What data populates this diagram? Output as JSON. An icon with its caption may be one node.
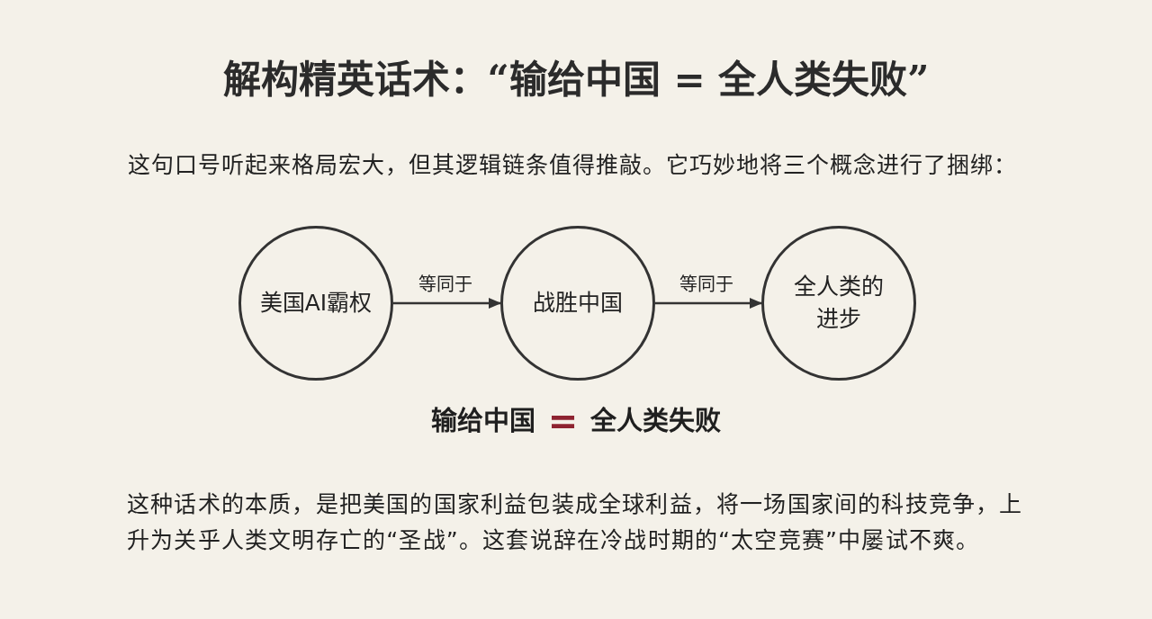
{
  "diagram": {
    "title": "解构精英话术：“输给中国 = 全人类失败”",
    "nodes": [
      {
        "text": [
          "美国AI霸权"
        ]
      },
      {
        "text": [
          "战胜中国"
        ]
      },
      {
        "text": [
          "全人类的进步"
        ]
      }
    ],
    "edges": [
      {
        "from": 0,
        "to": 1,
        "arrow": "to",
        "label": "等同于"
      },
      {
        "from": 1,
        "to": 2,
        "arrow": "to",
        "label": "等同于"
      }
    ],
    "labels": [
      "这句口号听起来格局宏大，但其逻辑链条值得推敲。它巧妙地将三个概念进行了捆绑：",
      "输给中国",
      "=",
      "全人类失败",
      "这种话术的本质，是把美国的国家利益包装成全球利益，将一场国家间的科技竞争，上升为关乎人类文明存亡的“圣战”。这套说辞在冷战时期的“太空竞赛”中屡试不爽。"
    ]
  }
}
